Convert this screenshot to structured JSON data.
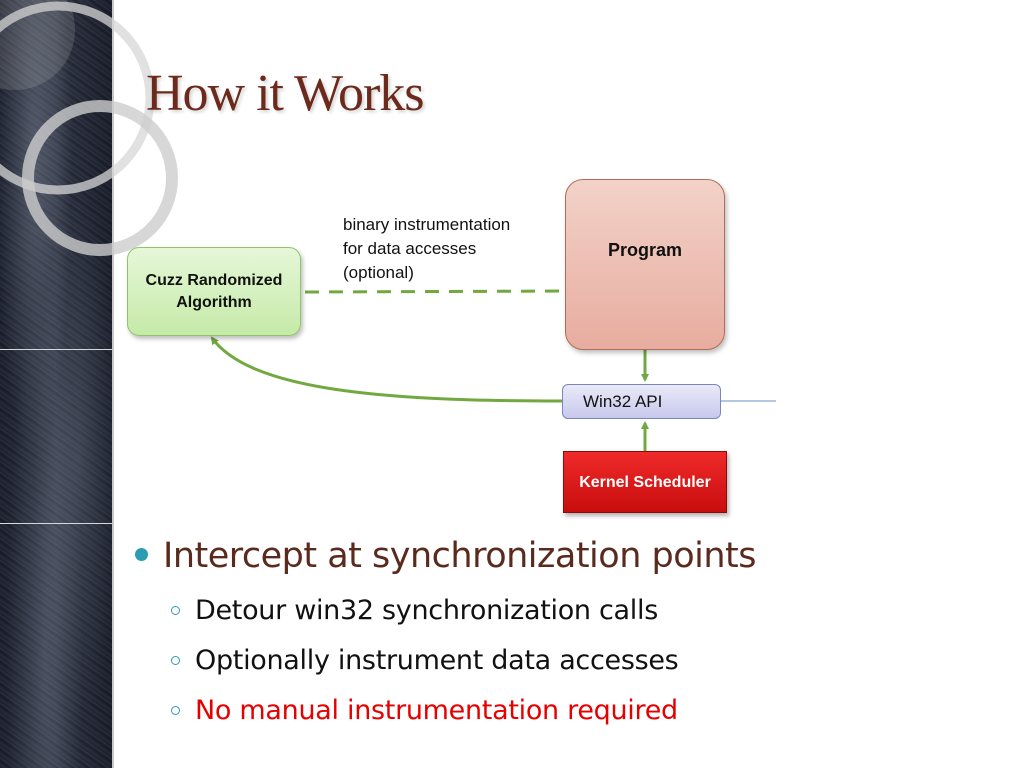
{
  "slide": {
    "title": "How it Works"
  },
  "diagram": {
    "cuzz_box": "Cuzz Randomized Algorithm",
    "program_box": "Program",
    "win32_box": "Win32 API",
    "kernel_box": "Kernel Scheduler",
    "annotation": "binary instrumentation for data accesses (optional)",
    "colors": {
      "green_arrow": "#72a840",
      "cuzz_fill": "#d3efbd",
      "program_fill": "#eec2b6",
      "win32_fill": "#d8daf2",
      "kernel_fill": "#dd1a1a"
    }
  },
  "bullets": {
    "main": "Intercept at synchronization points",
    "sub": [
      {
        "text": "Detour win32 synchronization calls",
        "highlight": false
      },
      {
        "text": "Optionally instrument data accesses",
        "highlight": false
      },
      {
        "text": "No manual instrumentation required",
        "highlight": true
      }
    ]
  }
}
